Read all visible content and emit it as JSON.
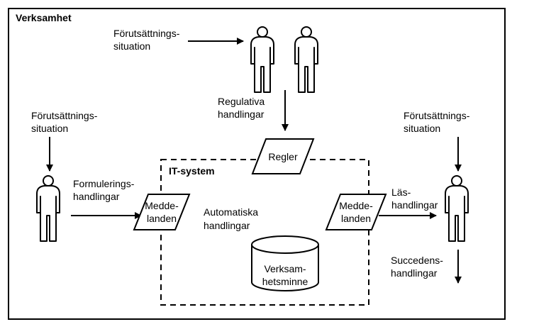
{
  "outer_box": {
    "title": "Verksamhet"
  },
  "it_box": {
    "title": "IT-system"
  },
  "top": {
    "precondition": [
      "Förutsättnings-",
      "situation"
    ],
    "regulative": [
      "Regulativa",
      "handlingar"
    ]
  },
  "left": {
    "precondition": [
      "Förutsättnings-",
      "situation"
    ],
    "formulation": [
      "Formulerings-",
      "handlingar"
    ]
  },
  "right": {
    "precondition": [
      "Förutsättnings-",
      "situation"
    ],
    "reading": [
      "Läs-",
      "handlingar"
    ],
    "succeeding": [
      "Succedens-",
      "handlingar"
    ]
  },
  "shapes": {
    "rules": "Regler",
    "messages_left": [
      "Medde-",
      "landen"
    ],
    "messages_right": [
      "Medde-",
      "landen"
    ],
    "automatic": [
      "Automatiska",
      "handlingar"
    ],
    "memory": [
      "Verksam-",
      "hetsminne"
    ]
  },
  "icons": [
    "person-icon",
    "arrow-icon"
  ]
}
